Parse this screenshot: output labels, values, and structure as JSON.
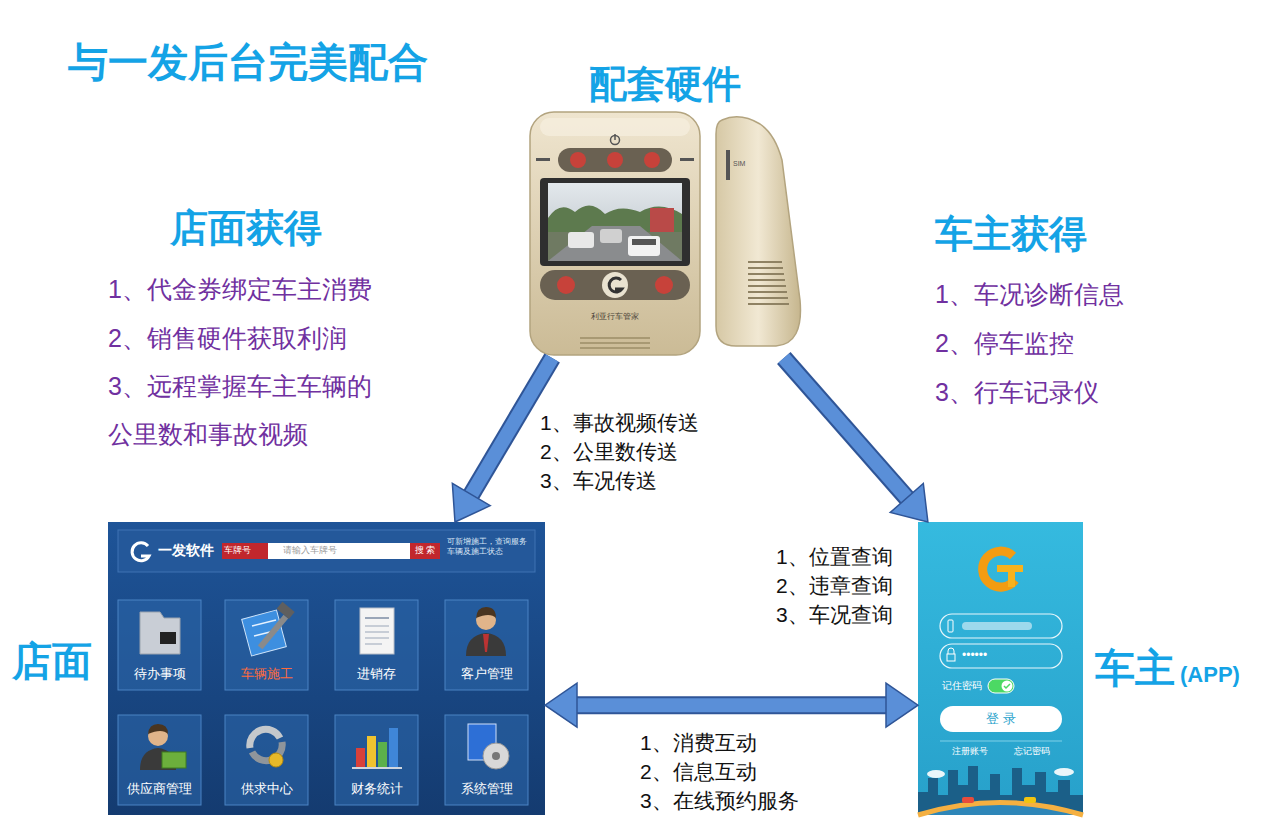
{
  "diagram": {
    "title": "与一发后台完美配合",
    "nodes": [
      {
        "text": [
          "配套硬件"
        ]
      },
      {
        "text": [
          "店面"
        ]
      },
      {
        "text": [
          "待办事项"
        ],
        "in": 1
      },
      {
        "text": [
          "车辆施工"
        ],
        "in": 1
      },
      {
        "text": [
          "进销存"
        ],
        "in": 1
      },
      {
        "text": [
          "客户管理"
        ],
        "in": 1
      },
      {
        "text": [
          "供应商管理"
        ],
        "in": 1
      },
      {
        "text": [
          "供求中心"
        ],
        "in": 1
      },
      {
        "text": [
          "财务统计"
        ],
        "in": 1
      },
      {
        "text": [
          "系统管理"
        ],
        "in": 1
      },
      {
        "text": [
          "车主",
          "(APP)"
        ]
      }
    ],
    "edges": [
      {
        "from": 0,
        "to": 1,
        "arrow": "to",
        "label": "1、事故视频传送 2、公里数传送 3、车况传送"
      },
      {
        "from": 0,
        "to": 10,
        "arrow": "to",
        "label": "1、位置查询 2、违章查询 3、车况查询"
      },
      {
        "from": 1,
        "to": 10,
        "arrow": "both",
        "label": "1、消费互动 2、信息互动 3、在线预约服务"
      }
    ],
    "labels": [
      "店面获得",
      "1、代金券绑定车主消费",
      "2、销售硬件获取利润",
      "3、远程掌握车主车辆的 公里数和事故视频",
      "车主获得",
      "1、车况诊断信息",
      "2、停车监控",
      "3、行车记录仪",
      "SIM",
      "利亚行车管家",
      "一发软件",
      "车牌号",
      "请输入车牌号",
      "搜 索",
      "可新增施工，查询服务车辆及施工状态",
      "••••••",
      "记住密码",
      "登 录",
      "注册账号",
      "忘记密码"
    ]
  }
}
